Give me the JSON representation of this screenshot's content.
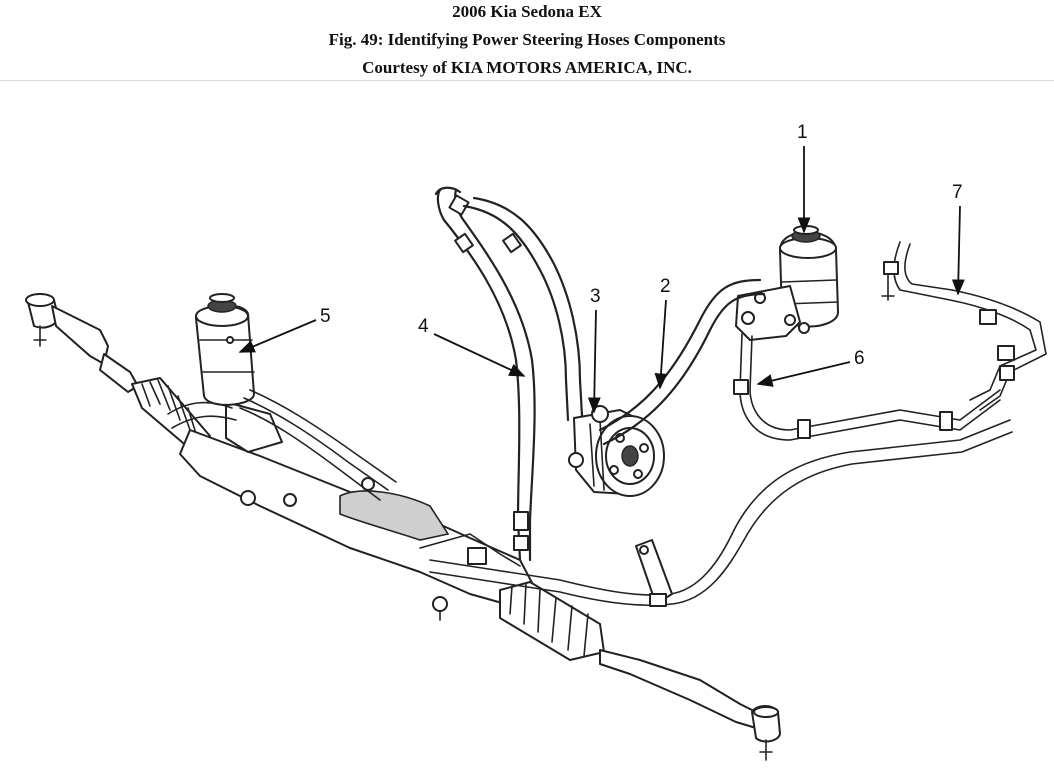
{
  "header": {
    "title": "2006 Kia Sedona EX",
    "figure": "Fig. 49: Identifying Power Steering Hoses Components",
    "courtesy": "Courtesy of KIA MOTORS AMERICA, INC."
  },
  "callouts": [
    "1",
    "2",
    "3",
    "4",
    "5",
    "6",
    "7"
  ]
}
